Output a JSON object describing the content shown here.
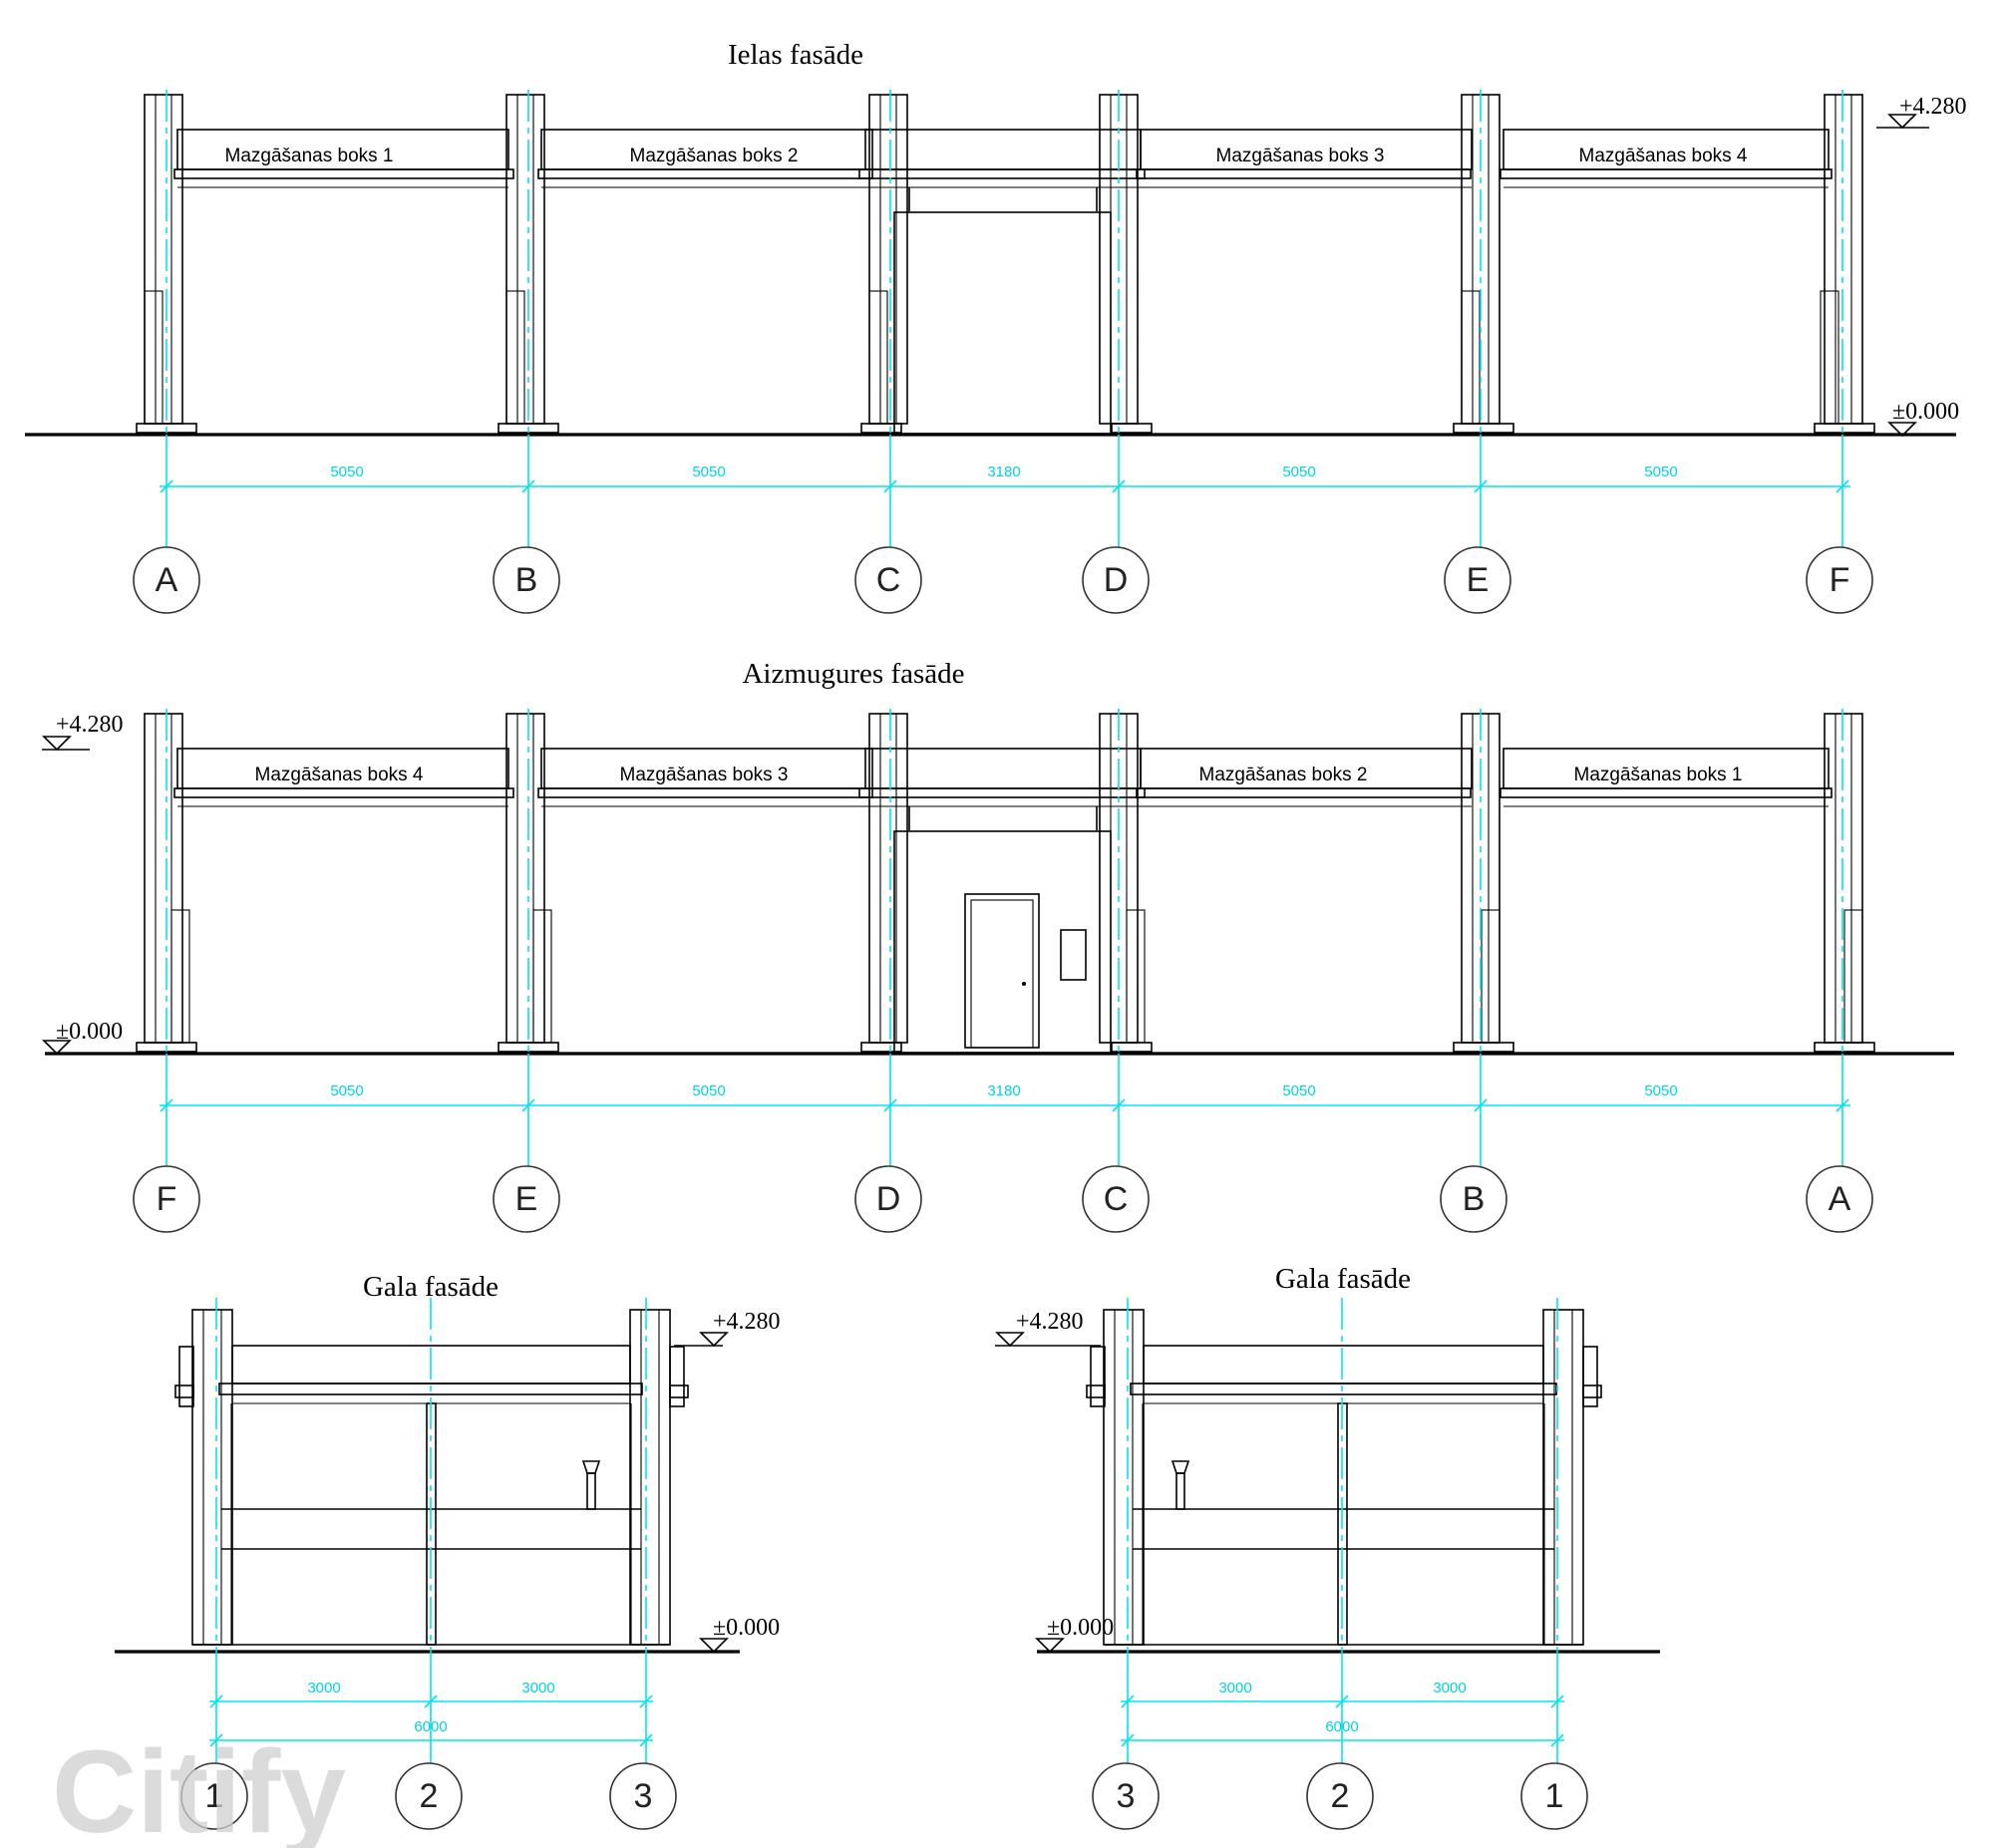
{
  "views": {
    "street": {
      "title": "Ielas fasāde",
      "boxes": [
        "Mazgāšanas boks 1",
        "Mazgāšanas boks 2",
        "Mazgāšanas boks 3",
        "Mazgāšanas boks 4"
      ],
      "axes": [
        "A",
        "B",
        "C",
        "D",
        "E",
        "F"
      ],
      "spans": [
        "5050",
        "5050",
        "3180",
        "5050",
        "5050"
      ]
    },
    "rear": {
      "title": "Aizmugures fasāde",
      "boxes": [
        "Mazgāšanas boks 4",
        "Mazgāšanas boks 3",
        "Mazgāšanas boks 2",
        "Mazgāšanas boks 1"
      ],
      "axes": [
        "F",
        "E",
        "D",
        "C",
        "B",
        "A"
      ],
      "spans": [
        "5050",
        "5050",
        "3180",
        "5050",
        "5050"
      ]
    },
    "end_left": {
      "title": "Gala fasāde",
      "axes": [
        "1",
        "2",
        "3"
      ],
      "spans": [
        "3000",
        "3000"
      ],
      "total": "6000"
    },
    "end_right": {
      "title": "Gala fasāde",
      "axes": [
        "3",
        "2",
        "1"
      ],
      "spans": [
        "3000",
        "3000"
      ],
      "total": "6000"
    }
  },
  "levels": {
    "top": "+4.280",
    "ground": "±0.000"
  },
  "watermark": "Citify"
}
